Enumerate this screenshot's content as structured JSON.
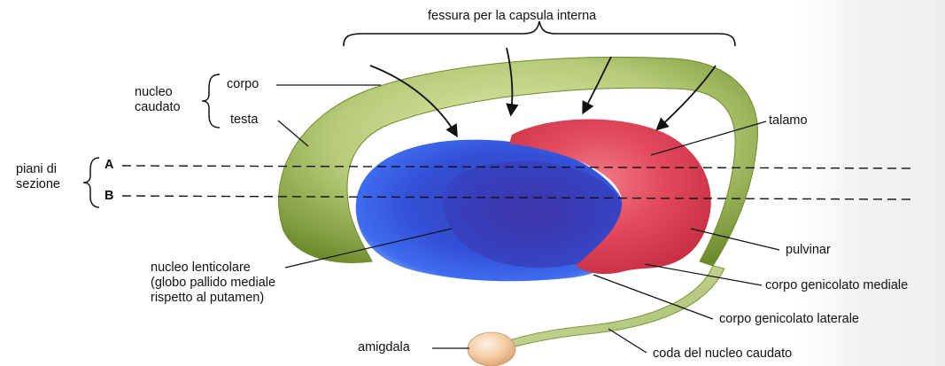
{
  "labels": {
    "fessura": "fessura per la capsula interna",
    "nucleo_caudato": "nucleo\ncaudato",
    "corpo": "corpo",
    "testa": "testa",
    "talamo": "talamo",
    "piani_di_sezione": "piani di\nsezione",
    "plane_a": "A",
    "plane_b": "B",
    "pulvinar": "pulvinar",
    "nucleo_lenticolare": "nucleo lenticolare\n(globo pallido mediale\nrispetto al putamen)",
    "corpo_genicolato_mediale": "corpo genicolato mediale",
    "corpo_genicolato_laterale": "corpo genicolato laterale",
    "amigdala": "amigdala",
    "coda_nucleo_caudato": "coda del nucleo caudato"
  },
  "colors": {
    "caudate": "#b4c77a",
    "caudate_dark": "#6f8a2c",
    "lentiform": "#2f4fd1",
    "lentiform_inner": "#3a3ab8",
    "thalamus": "#e04659",
    "amygdala": "#f2caa0",
    "lines": "#111111"
  }
}
